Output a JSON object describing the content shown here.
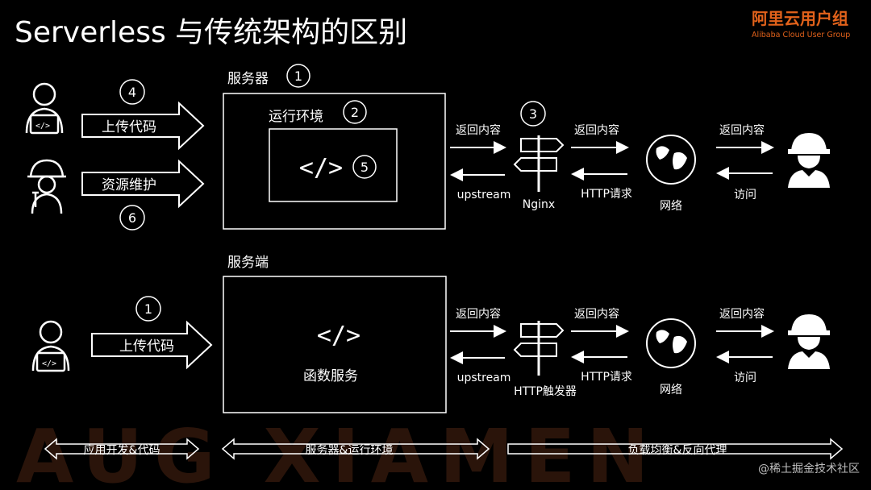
{
  "title": "Serverless 与传统架构的区别",
  "brand": {
    "name": "阿里云用户组",
    "sub": "Alibaba Cloud User Group",
    "color": "#e2621b"
  },
  "watermark_bg": "AUG XIAMEN",
  "watermark_corner": "@稀土掘金技术社区",
  "top": {
    "server_label": "服务器",
    "server_num": "1",
    "runtime_label": "运行环境",
    "runtime_num": "2",
    "code_symbol": "</>",
    "code_num": "5",
    "upload_label": "上传代码",
    "upload_num": "4",
    "maintain_label": "资源维护",
    "maintain_num": "6",
    "return_1": "返回内容",
    "upstream": "upstream",
    "nginx_num": "3",
    "nginx_label": "Nginx",
    "return_2": "返回内容",
    "http_req": "HTTP请求",
    "network": "网络",
    "return_3": "返回内容",
    "visit": "访问"
  },
  "bottom": {
    "server_label": "服务端",
    "upload_num": "1",
    "upload_label": "上传代码",
    "code_symbol": "</>",
    "func_label": "函数服务",
    "return_1": "返回内容",
    "upstream": "upstream",
    "trigger_label": "HTTP触发器",
    "return_2": "返回内容",
    "http_req": "HTTP请求",
    "network": "网络",
    "return_3": "返回内容",
    "visit": "访问"
  },
  "footer": {
    "left": "应用开发&代码",
    "mid": "服务器&运行环境",
    "right": "负载均衡&反向代理"
  }
}
